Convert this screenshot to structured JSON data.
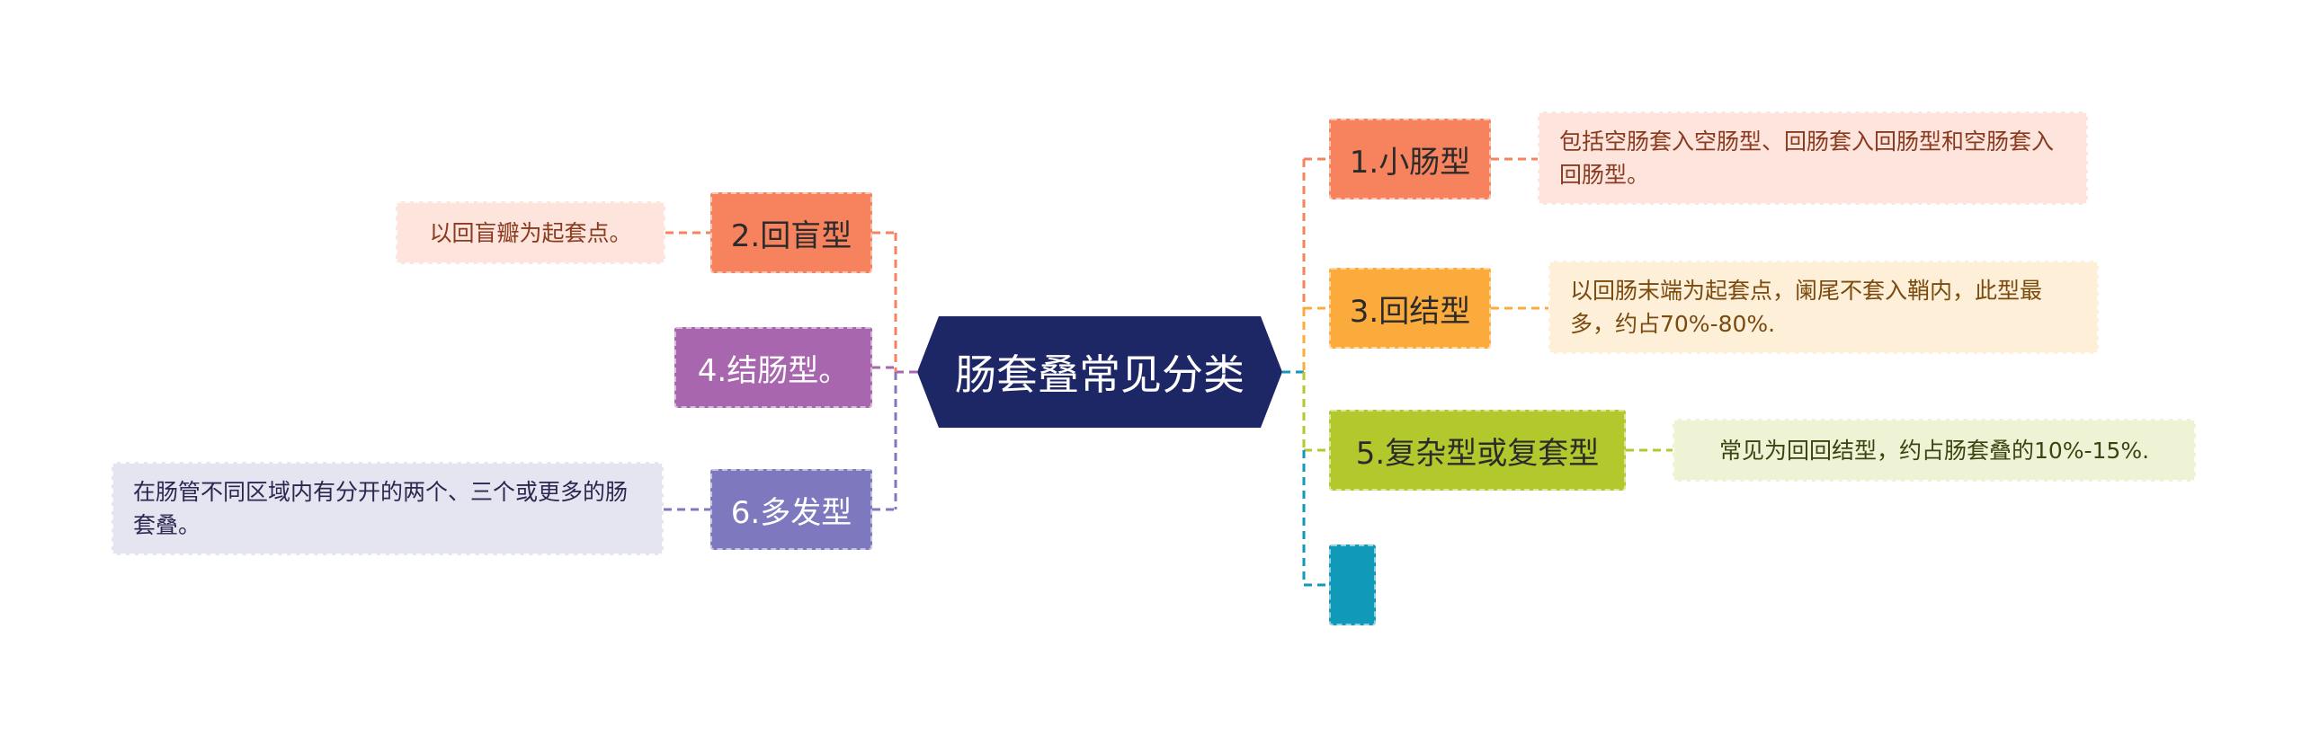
{
  "root": {
    "label": "肠套叠常见分类",
    "color": "#1e2766"
  },
  "branches": [
    {
      "id": "b1",
      "label": "1.小肠型",
      "color": "#f7825e",
      "text_color": "#2b2b2b",
      "leaf": {
        "text": "包括空肠套入空肠型、回肠套入回肠型和空肠套入回肠型。",
        "bg": "#fde4dc",
        "color": "#8a3a1e"
      }
    },
    {
      "id": "b2",
      "label": "2.回盲型",
      "color": "#f7825e",
      "text_color": "#2b2b2b",
      "leaf": {
        "text": "以回盲瓣为起套点。",
        "bg": "#fde4dc",
        "color": "#8a3a1e"
      }
    },
    {
      "id": "b3",
      "label": "3.回结型",
      "color": "#fbab3b",
      "text_color": "#2b2b2b",
      "leaf": {
        "text": "以回肠末端为起套点，阑尾不套入鞘内，此型最多，约占70%-80%.",
        "bg": "#fdefd8",
        "color": "#7a4a0e"
      }
    },
    {
      "id": "b4",
      "label": "4.结肠型。",
      "color": "#a766ad",
      "text_color": "#ffffff",
      "leaf": null
    },
    {
      "id": "b5",
      "label": "5.复杂型或复套型",
      "color": "#b3c82c",
      "text_color": "#2b2b2b",
      "leaf": {
        "text": "常见为回回结型，约占肠套叠的10%-15%.",
        "bg": "#eef3d6",
        "color": "#3a4410"
      }
    },
    {
      "id": "b6",
      "label": "6.多发型",
      "color": "#7e78bf",
      "text_color": "#ffffff",
      "leaf": {
        "text": "在肠管不同区域内有分开的两个、三个或更多的肠套叠。",
        "bg": "#e5e4f1",
        "color": "#2a2850"
      }
    },
    {
      "id": "b7",
      "label": "",
      "color": "#1099b8",
      "text_color": "#ffffff",
      "leaf": null
    }
  ]
}
